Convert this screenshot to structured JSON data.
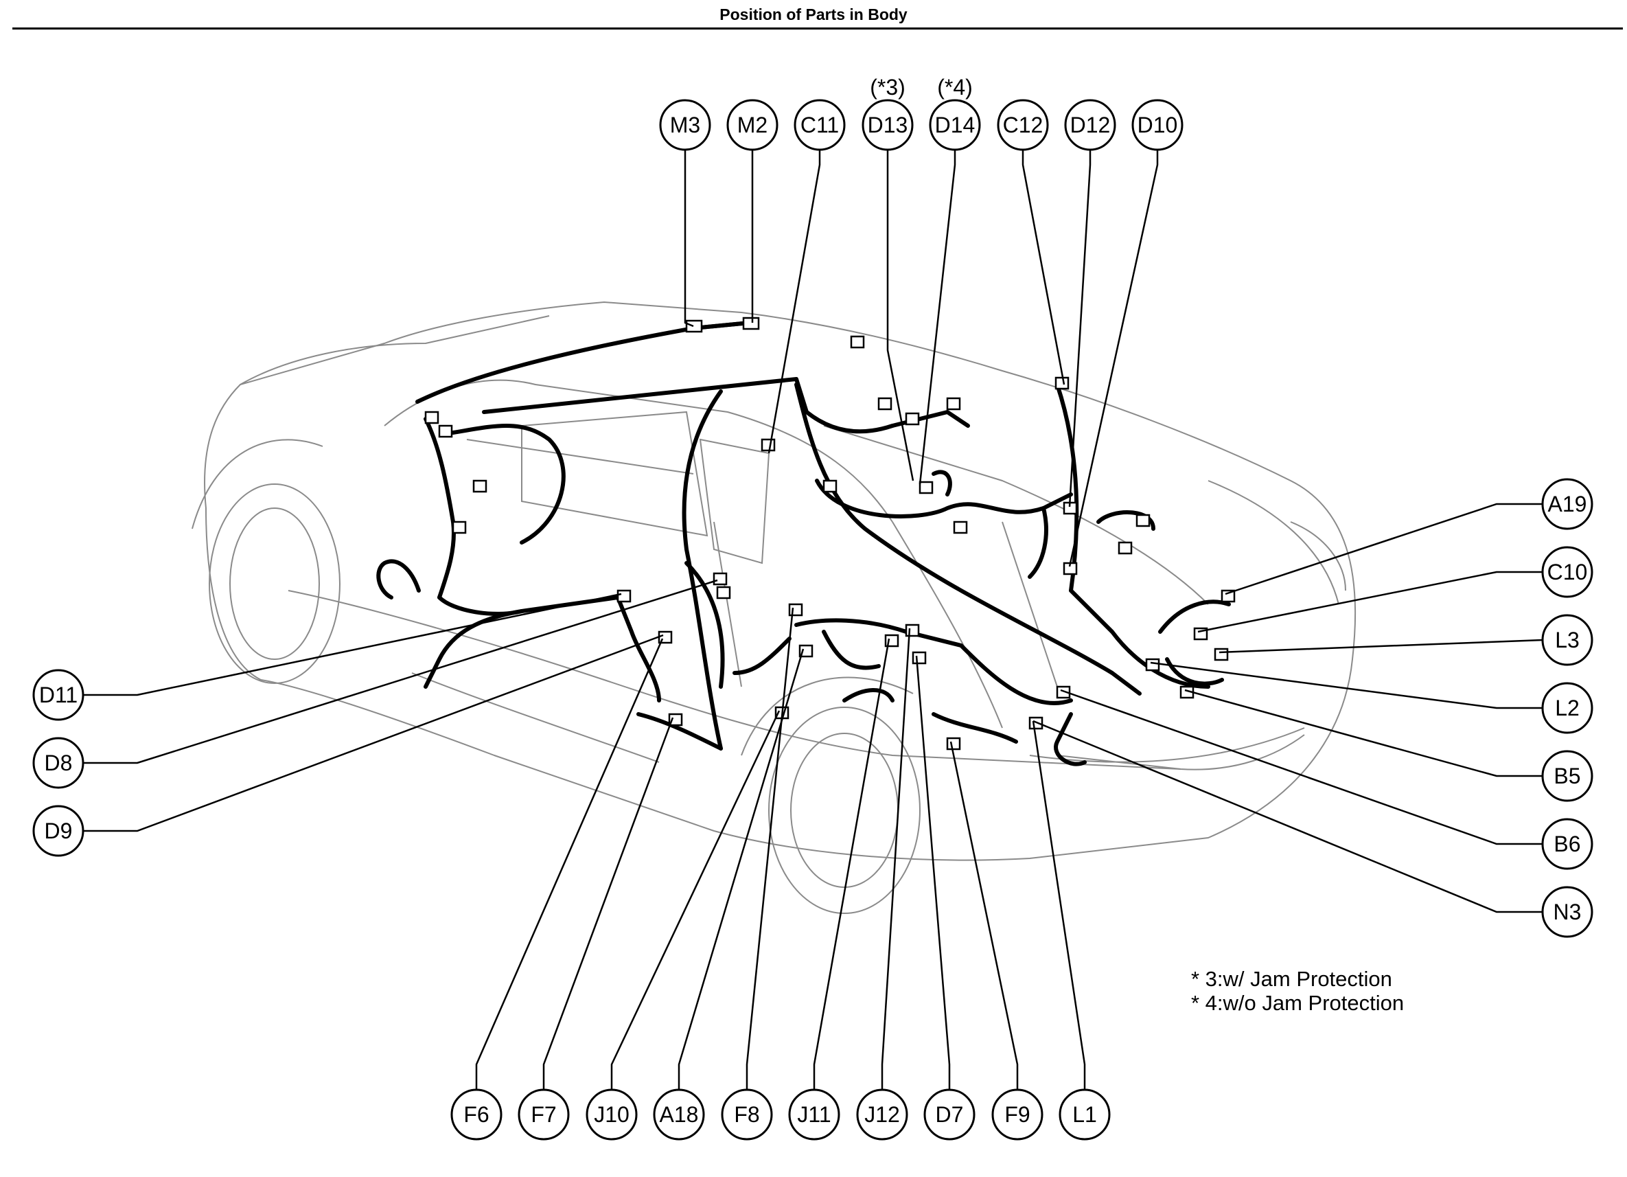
{
  "title": "Position of Parts in Body",
  "callouts": [
    {
      "id": "M3",
      "qualifier": ""
    },
    {
      "id": "M2",
      "qualifier": ""
    },
    {
      "id": "C11",
      "qualifier": ""
    },
    {
      "id": "D13",
      "qualifier": "(*3)"
    },
    {
      "id": "D14",
      "qualifier": "(*4)"
    },
    {
      "id": "C12",
      "qualifier": ""
    },
    {
      "id": "D12",
      "qualifier": ""
    },
    {
      "id": "D10",
      "qualifier": ""
    },
    {
      "id": "A19",
      "qualifier": ""
    },
    {
      "id": "C10",
      "qualifier": ""
    },
    {
      "id": "L3",
      "qualifier": ""
    },
    {
      "id": "L2",
      "qualifier": ""
    },
    {
      "id": "B5",
      "qualifier": ""
    },
    {
      "id": "B6",
      "qualifier": ""
    },
    {
      "id": "N3",
      "qualifier": ""
    },
    {
      "id": "D11",
      "qualifier": ""
    },
    {
      "id": "D8",
      "qualifier": ""
    },
    {
      "id": "D9",
      "qualifier": ""
    },
    {
      "id": "F6",
      "qualifier": ""
    },
    {
      "id": "F7",
      "qualifier": ""
    },
    {
      "id": "J10",
      "qualifier": ""
    },
    {
      "id": "A18",
      "qualifier": ""
    },
    {
      "id": "F8",
      "qualifier": ""
    },
    {
      "id": "J11",
      "qualifier": ""
    },
    {
      "id": "J12",
      "qualifier": ""
    },
    {
      "id": "D7",
      "qualifier": ""
    },
    {
      "id": "F9",
      "qualifier": ""
    },
    {
      "id": "L1",
      "qualifier": ""
    }
  ],
  "notes": [
    "* 3:w/ Jam Protection",
    "* 4:w/o Jam Protection"
  ]
}
